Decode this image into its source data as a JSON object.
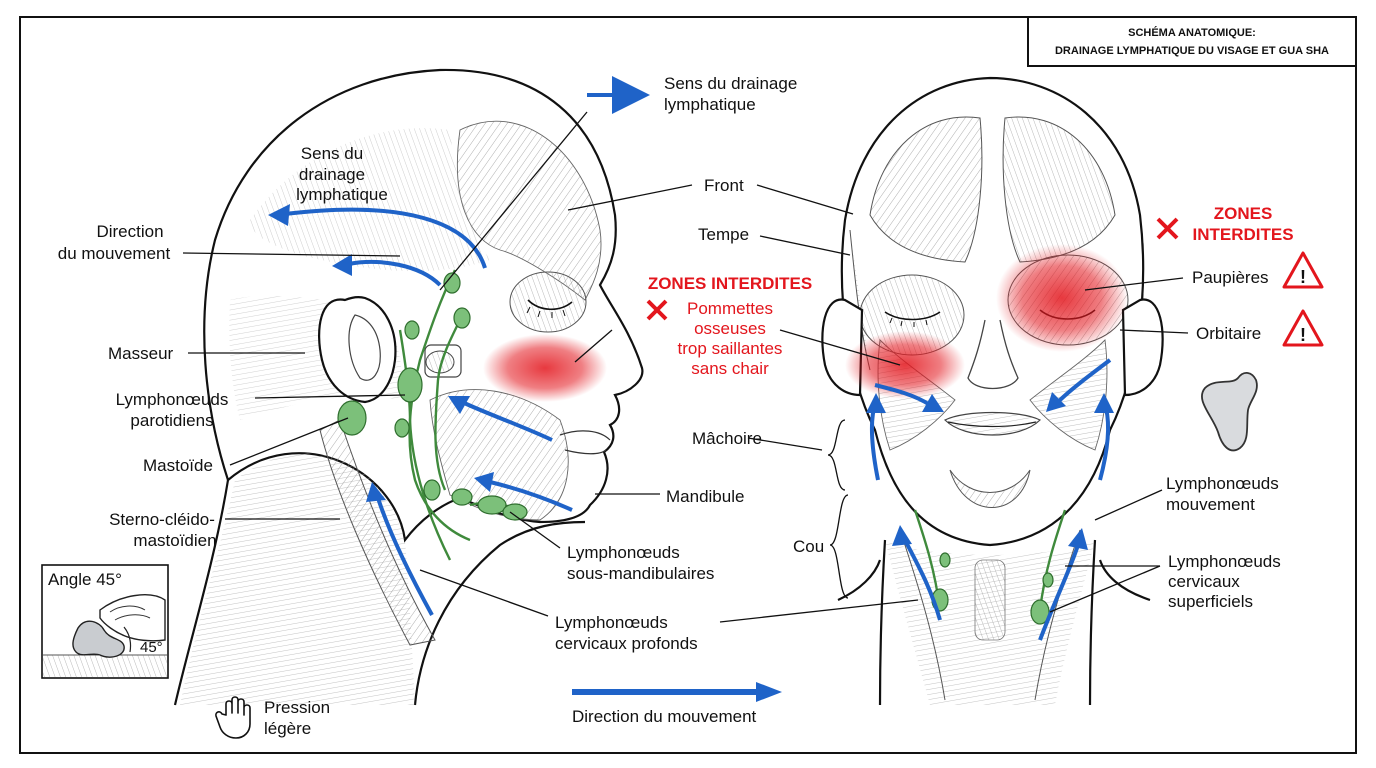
{
  "title": {
    "line1": "SCHÉMA ANATOMIQUE:",
    "line2": "DRAINAGE LYMPHATIQUE DU VISAGE ET GUA SHA"
  },
  "colors": {
    "lymph_arrow": "#1f63c8",
    "lymph_node": "#7cc07a",
    "forbidden": "#e3161d"
  },
  "profile": {
    "arrow_label": [
      "Sens du drainage",
      "lymphatique"
    ],
    "drain_label": [
      "Sens du",
      "drainage",
      "lymphatique"
    ],
    "direction_label": [
      "Direction",
      "du mouvement"
    ],
    "masseur": "Masseur",
    "parotid": [
      "Lymphonœuds",
      "parotidiens"
    ],
    "mastoid": "Mastoïde",
    "scm": [
      "Sterno-cléido-",
      "mastoïdien"
    ],
    "front": "Front",
    "tempe": "Tempe",
    "forbidden_title": "ZONES INTERDITES",
    "forbidden_text": [
      "Pommettes",
      "osseuses",
      "trop saillantes",
      "sans chair"
    ],
    "mandibule": "Mandibule",
    "submandibular": [
      "Lymphonœuds",
      "sous-mandibulaires"
    ],
    "deep_cervical": [
      "Lymphonœuds",
      "cervicaux profonds"
    ]
  },
  "front_view": {
    "forbidden_title": [
      "ZONES",
      "INTERDITES"
    ],
    "paupieres": "Paupières",
    "orbitaire": "Orbitaire",
    "machoire": "Mâchoire",
    "cou": "Cou",
    "movement_nodes": [
      "Lymphonœuds",
      "mouvement"
    ],
    "superficial": [
      "Lymphonœuds",
      "cervicaux",
      "superficiels"
    ]
  },
  "inset": {
    "title": "Angle 45°",
    "angle": "45°"
  },
  "footer": {
    "pressure": [
      "Pression",
      "légère"
    ],
    "direction": "Direction du mouvement"
  },
  "icons": {
    "forbidden": "cross-icon",
    "warning": "warning-triangle-icon",
    "hand": "hand-icon",
    "tool": "gua-sha-stone-icon"
  }
}
